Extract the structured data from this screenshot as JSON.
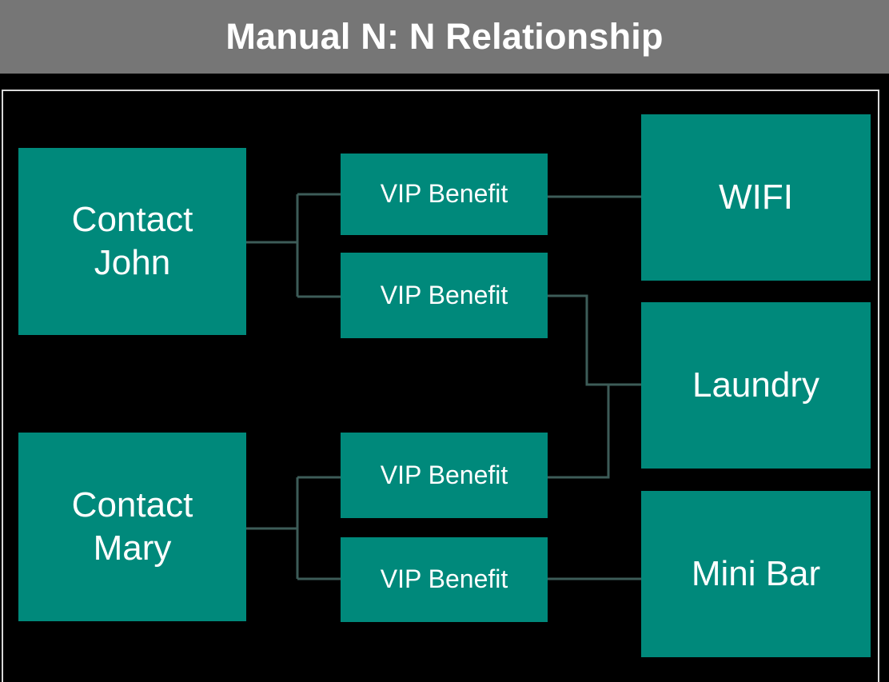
{
  "header": {
    "title": "Manual N: N Relationship",
    "background_color": "#767676",
    "text_color": "#ffffff"
  },
  "canvas": {
    "background_color": "#000000",
    "border_color": "#d9d9d9"
  },
  "theme": {
    "node_fill": "#00897B",
    "node_text": "#ffffff",
    "connector_color": "#3d5c58"
  },
  "diagram": {
    "type": "entity-relationship",
    "columns": {
      "left_label": "contacts",
      "middle_label": "vip-benefits",
      "right_label": "services"
    },
    "contacts": [
      {
        "id": "contact-john",
        "line1": "Contact",
        "line2": "John"
      },
      {
        "id": "contact-mary",
        "line1": "Contact",
        "line2": "Mary"
      }
    ],
    "benefits": [
      {
        "id": "benefit-1",
        "label": "VIP Benefit"
      },
      {
        "id": "benefit-2",
        "label": "VIP Benefit"
      },
      {
        "id": "benefit-3",
        "label": "VIP Benefit"
      },
      {
        "id": "benefit-4",
        "label": "VIP Benefit"
      }
    ],
    "services": [
      {
        "id": "wifi",
        "label": "WIFI"
      },
      {
        "id": "laundry",
        "label": "Laundry"
      },
      {
        "id": "minibar",
        "label": "Mini Bar"
      }
    ],
    "links": [
      {
        "from": "contact-john",
        "to": "benefit-1"
      },
      {
        "from": "contact-john",
        "to": "benefit-2"
      },
      {
        "from": "contact-mary",
        "to": "benefit-3"
      },
      {
        "from": "contact-mary",
        "to": "benefit-4"
      },
      {
        "from": "benefit-1",
        "to": "wifi"
      },
      {
        "from": "benefit-2",
        "to": "laundry"
      },
      {
        "from": "benefit-3",
        "to": "laundry"
      },
      {
        "from": "benefit-4",
        "to": "minibar"
      }
    ]
  }
}
